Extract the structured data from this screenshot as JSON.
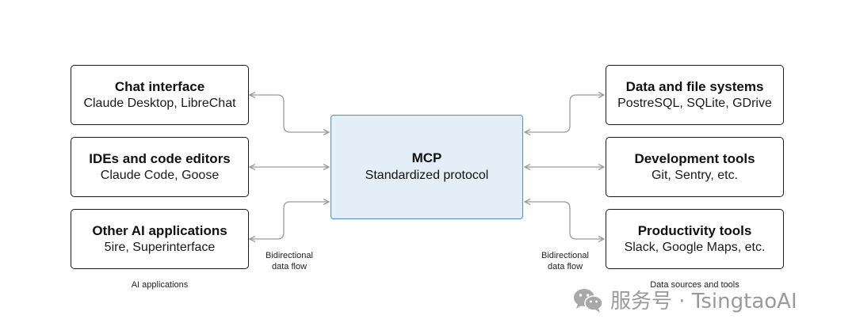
{
  "left_group": {
    "caption": "AI applications",
    "boxes": [
      {
        "title": "Chat interface",
        "subtitle": "Claude Desktop, LibreChat"
      },
      {
        "title": "IDEs and code editors",
        "subtitle": "Claude Code, Goose"
      },
      {
        "title": "Other AI applications",
        "subtitle": "5ire, Superinterface"
      }
    ],
    "flow_label_line1": "Bidirectional",
    "flow_label_line2": "data flow"
  },
  "center": {
    "title": "MCP",
    "subtitle": "Standardized protocol"
  },
  "right_group": {
    "caption": "Data sources and tools",
    "boxes": [
      {
        "title": "Data and file systems",
        "subtitle": "PostreSQL, SQLite, GDrive"
      },
      {
        "title": "Development tools",
        "subtitle": "Git, Sentry, etc."
      },
      {
        "title": "Productivity tools",
        "subtitle": "Slack, Google Maps, etc."
      }
    ],
    "flow_label_line1": "Bidirectional",
    "flow_label_line2": "data flow"
  },
  "watermark": {
    "text": "服务号 · TsingtaoAI",
    "icon": "wechat-icon"
  },
  "colors": {
    "center_fill": "#e3eef9",
    "center_border": "#4a8fd0",
    "connector": "#9a9a9a",
    "box_border": "#1a1a1a"
  }
}
